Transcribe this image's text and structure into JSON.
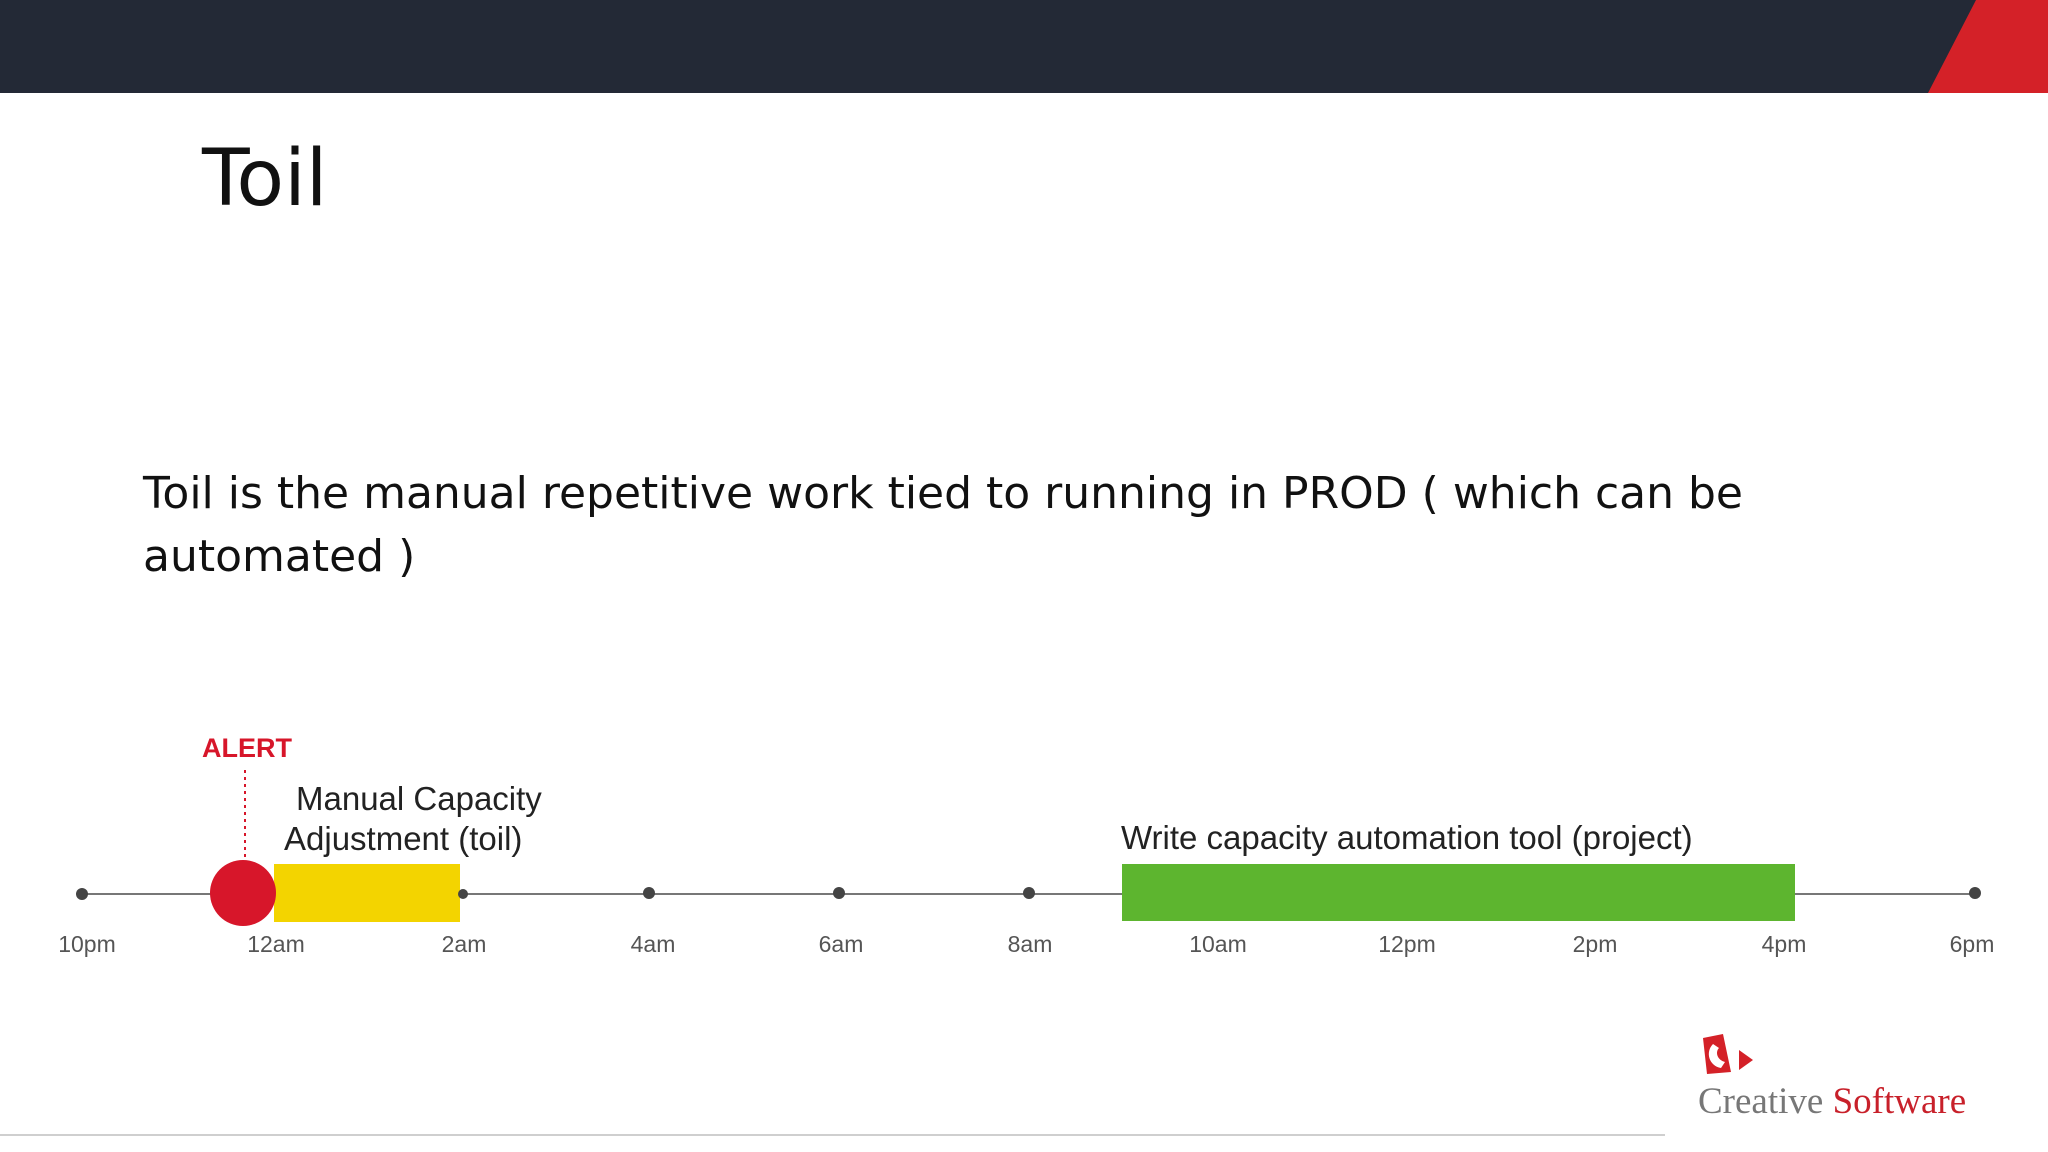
{
  "slide": {
    "title": "Toil",
    "body_line1": "Toil is the manual repetitive work tied to running in PROD ( which can be",
    "body_line2": "automated )"
  },
  "timeline": {
    "alert_label": "ALERT",
    "toil_label_line1": "Manual Capacity",
    "toil_label_line2": "Adjustment (toil)",
    "project_label": "Write capacity automation tool (project)",
    "ticks": [
      "10pm",
      "12am",
      "2am",
      "4am",
      "6am",
      "8am",
      "10am",
      "12pm",
      "2pm",
      "4pm",
      "6pm"
    ],
    "toil_block": {
      "start": "12am",
      "end": "2am",
      "color": "#f3d400"
    },
    "project_block": {
      "start": "9am",
      "end": "4pm",
      "color": "#5db52f"
    },
    "alert_color": "#d7162a",
    "line_color": "#777777"
  },
  "branding": {
    "logo_word1": "Creative",
    "logo_word2": "Software",
    "accent_color": "#d42128",
    "bar_color": "#232936"
  }
}
